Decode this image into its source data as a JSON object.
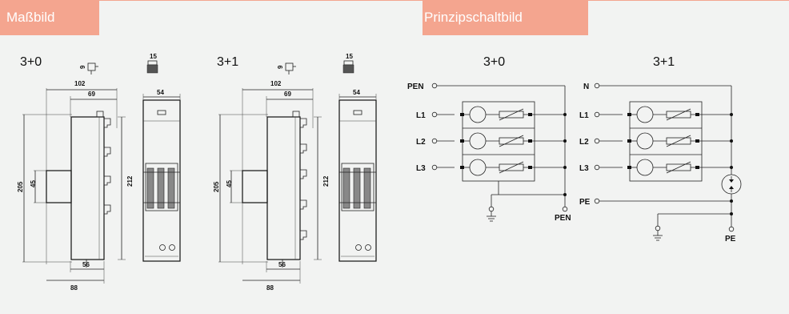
{
  "headers": {
    "dimensions_title": "Maßbild",
    "schematic_title": "Prinzipschaltbild"
  },
  "variants": {
    "v30": "3+0",
    "v31": "3+1"
  },
  "dimension_drawing": {
    "overall_width": "102",
    "inner_width": "69",
    "side_width": "54",
    "total_height": "205",
    "body_height": "45",
    "side_height": "212",
    "bottom_inner": "56",
    "bottom_outer": "88",
    "top_icon_number": "15",
    "small_icon_number": "9"
  },
  "schematic": {
    "pen_label": "PEN",
    "n_label": "N",
    "l1_label": "L1",
    "l2_label": "L2",
    "l3_label": "L3",
    "pe_label": "PE",
    "pen_terminal_label": "PEN",
    "pe_terminal_label": "PE"
  },
  "colors": {
    "header_bg": "#f4a58f",
    "page_bg": "#f2f3f2"
  }
}
